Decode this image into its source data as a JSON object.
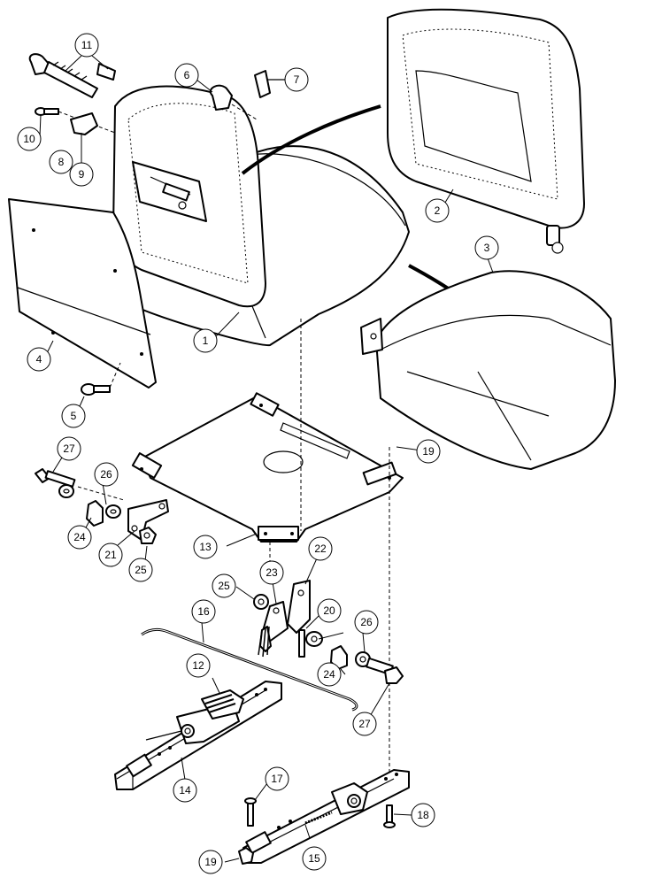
{
  "figure": {
    "callouts": [
      {
        "id": "c11a",
        "label": "11"
      },
      {
        "id": "c6",
        "label": "6"
      },
      {
        "id": "c7",
        "label": "7"
      },
      {
        "id": "c10",
        "label": "10"
      },
      {
        "id": "c8",
        "label": "8"
      },
      {
        "id": "c9",
        "label": "9"
      },
      {
        "id": "c2",
        "label": "2"
      },
      {
        "id": "c3",
        "label": "3"
      },
      {
        "id": "c1",
        "label": "1"
      },
      {
        "id": "c4",
        "label": "4"
      },
      {
        "id": "c5",
        "label": "5"
      },
      {
        "id": "c27a",
        "label": "27"
      },
      {
        "id": "c19a",
        "label": "19"
      },
      {
        "id": "c26a",
        "label": "26"
      },
      {
        "id": "c24a",
        "label": "24"
      },
      {
        "id": "c21",
        "label": "21"
      },
      {
        "id": "c25a",
        "label": "25"
      },
      {
        "id": "c13",
        "label": "13"
      },
      {
        "id": "c22",
        "label": "22"
      },
      {
        "id": "c23",
        "label": "23"
      },
      {
        "id": "c25b",
        "label": "25"
      },
      {
        "id": "c16",
        "label": "16"
      },
      {
        "id": "c20",
        "label": "20"
      },
      {
        "id": "c26b",
        "label": "26"
      },
      {
        "id": "c24b",
        "label": "24"
      },
      {
        "id": "c12",
        "label": "12"
      },
      {
        "id": "c27b",
        "label": "27"
      },
      {
        "id": "c14",
        "label": "14"
      },
      {
        "id": "c17",
        "label": "17"
      },
      {
        "id": "c18",
        "label": "18"
      },
      {
        "id": "c19b",
        "label": "19"
      },
      {
        "id": "c15",
        "label": "15"
      }
    ]
  }
}
